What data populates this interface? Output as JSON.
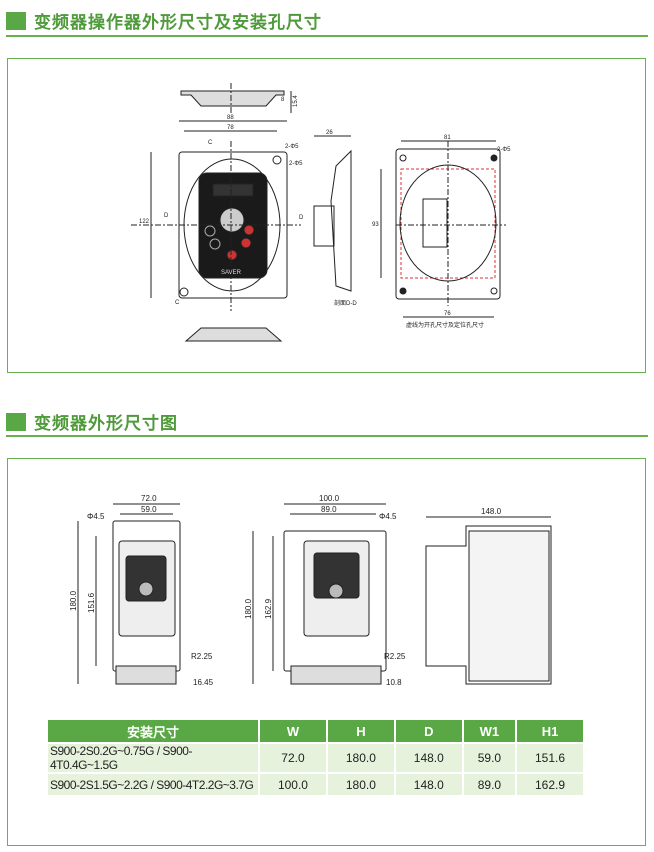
{
  "section1": {
    "title": "变频器操作器外形尺寸及安装孔尺寸",
    "dims": {
      "top_height": "15.4",
      "top_small": "8",
      "width_outer": "88",
      "width_inner": "78",
      "hole_a": "2-Φ5",
      "hole_b": "2-Φ5",
      "height": "122",
      "depth": "26",
      "cut_width": "81",
      "cut_height": "93",
      "hole_pitch": "76",
      "hole_c": "2-Φ5",
      "sect_c": "C",
      "sect_d": "D"
    },
    "brand": "SAVER",
    "section_label": "剖面D-D",
    "note": "虚线为开孔尺寸及定位孔尺寸"
  },
  "section2": {
    "title": "变频器外形尺寸图",
    "small": {
      "w": "72.0",
      "w1": "59.0",
      "hole": "Φ4.5",
      "h": "180.0",
      "h1": "151.6",
      "r": "R2.25",
      "foot": "16.45"
    },
    "large": {
      "w": "100.0",
      "w1": "89.0",
      "hole": "Φ4.5",
      "h": "180.0",
      "h1": "162.9",
      "r": "R2.25",
      "foot": "10.8"
    },
    "side": {
      "d": "148.0"
    }
  },
  "table": {
    "headers": [
      "安装尺寸",
      "W",
      "H",
      "D",
      "W1",
      "H1"
    ],
    "rows": [
      [
        "S900-2S0.2G~0.75G / S900-4T0.4G~1.5G",
        "72.0",
        "180.0",
        "148.0",
        "59.0",
        "151.6"
      ],
      [
        "S900-2S1.5G~2.2G / S900-4T2.2G~3.7G",
        "100.0",
        "180.0",
        "148.0",
        "89.0",
        "162.9"
      ]
    ]
  },
  "colors": {
    "accent": "#5aa845",
    "row_bg": "#e6f2dc"
  }
}
